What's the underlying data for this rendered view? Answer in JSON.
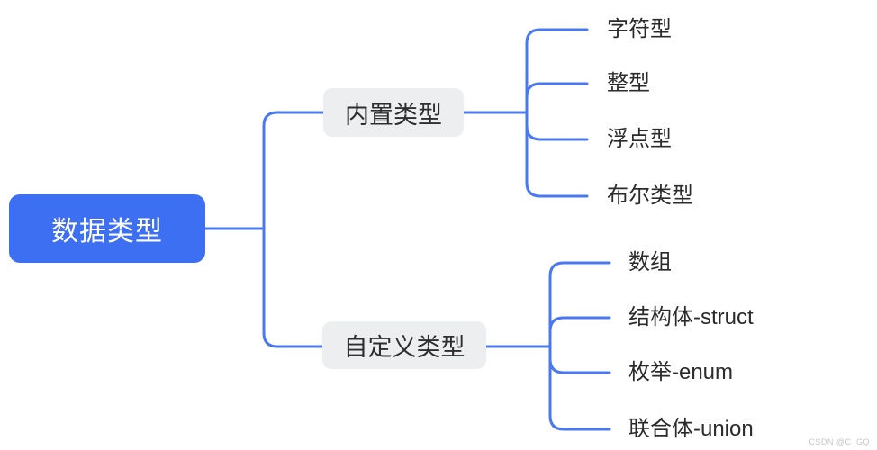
{
  "diagram": {
    "type": "mindmap",
    "root": {
      "label": "数据类型"
    },
    "branches": [
      {
        "label": "内置类型",
        "leaves": [
          {
            "label": "字符型"
          },
          {
            "label": "整型"
          },
          {
            "label": "浮点型"
          },
          {
            "label": "布尔类型"
          }
        ]
      },
      {
        "label": "自定义类型",
        "leaves": [
          {
            "label": "数组"
          },
          {
            "label": "结构体-struct"
          },
          {
            "label": "枚举-enum"
          },
          {
            "label": "联合体-union"
          }
        ]
      }
    ]
  },
  "colors": {
    "root_fill": "#3d6ff3",
    "root_text": "#ffffff",
    "branch_fill": "#edeef0",
    "branch_text": "#2e2e2e",
    "leaf_text": "#2b2b2b",
    "connector": "#4a78f0",
    "background": "#ffffff"
  },
  "watermark": "CSDN @C_GQ"
}
